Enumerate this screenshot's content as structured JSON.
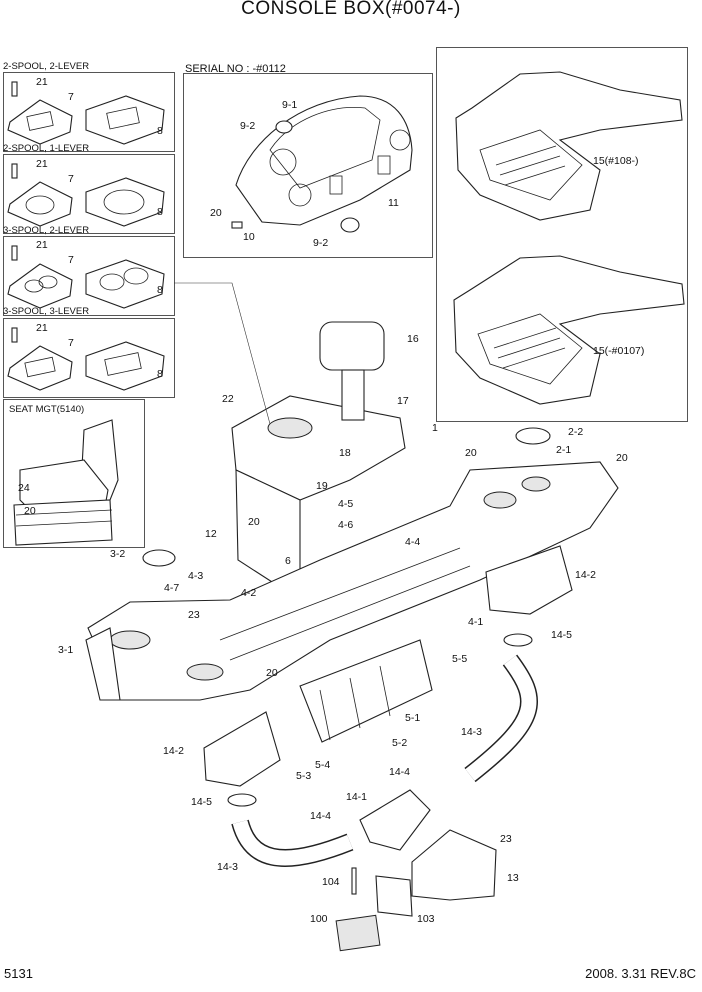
{
  "title": "CONSOLE BOX(#0074-)",
  "page_number": "5131",
  "revision": "2008. 3.31  REV.8C",
  "insets": {
    "spool_1": "2-SPOOL, 2-LEVER",
    "spool_2": "2-SPOOL, 1-LEVER",
    "spool_3": "3-SPOOL, 2-LEVER",
    "spool_4": "3-SPOOL, 3-LEVER",
    "serial": "SERIAL NO : -#0112",
    "seat": "SEAT MGT(5140)"
  },
  "labels": {
    "s1_21": "21",
    "s1_7": "7",
    "s1_8": "8",
    "s2_21": "21",
    "s2_7": "7",
    "s2_8": "8",
    "s3_21": "21",
    "s3_7": "7",
    "s3_8": "8",
    "s4_21": "21",
    "s4_7": "7",
    "s4_8": "8",
    "c_9_1": "9-1",
    "c_9_2a": "9-2",
    "c_9_2b": "9-2",
    "c_11": "11",
    "c_20": "20",
    "c_10": "10",
    "m_15a": "15(#108-)",
    "m_15b": "15(-#0107)",
    "st_24": "24",
    "st_20": "20",
    "p16": "16",
    "p17": "17",
    "p1": "1",
    "p22": "22",
    "p18": "18",
    "p19": "19",
    "p2_2": "2-2",
    "p2_1": "2-1",
    "p20a": "20",
    "p20b": "20",
    "p20c": "20",
    "p20d": "20",
    "p4_5": "4-5",
    "p4_6": "4-6",
    "p4_4": "4-4",
    "p12": "12",
    "p6": "6",
    "p3_2": "3-2",
    "p4_3": "4-3",
    "p4_7": "4-7",
    "p4_2": "4-2",
    "p23a": "23",
    "p14_2a": "14-2",
    "p14_5a": "14-5",
    "p4_1": "4-1",
    "p3_1": "3-1",
    "p5_5": "5-5",
    "p5_1": "5-1",
    "p14_3a": "14-3",
    "p5_2": "5-2",
    "p14_2b": "14-2",
    "p5_4": "5-4",
    "p5_3": "5-3",
    "p14_4a": "14-4",
    "p14_5b": "14-5",
    "p14_1": "14-1",
    "p14_4b": "14-4",
    "p23b": "23",
    "p14_3b": "14-3",
    "p13": "13",
    "p104": "104",
    "p100": "100",
    "p103": "103"
  }
}
